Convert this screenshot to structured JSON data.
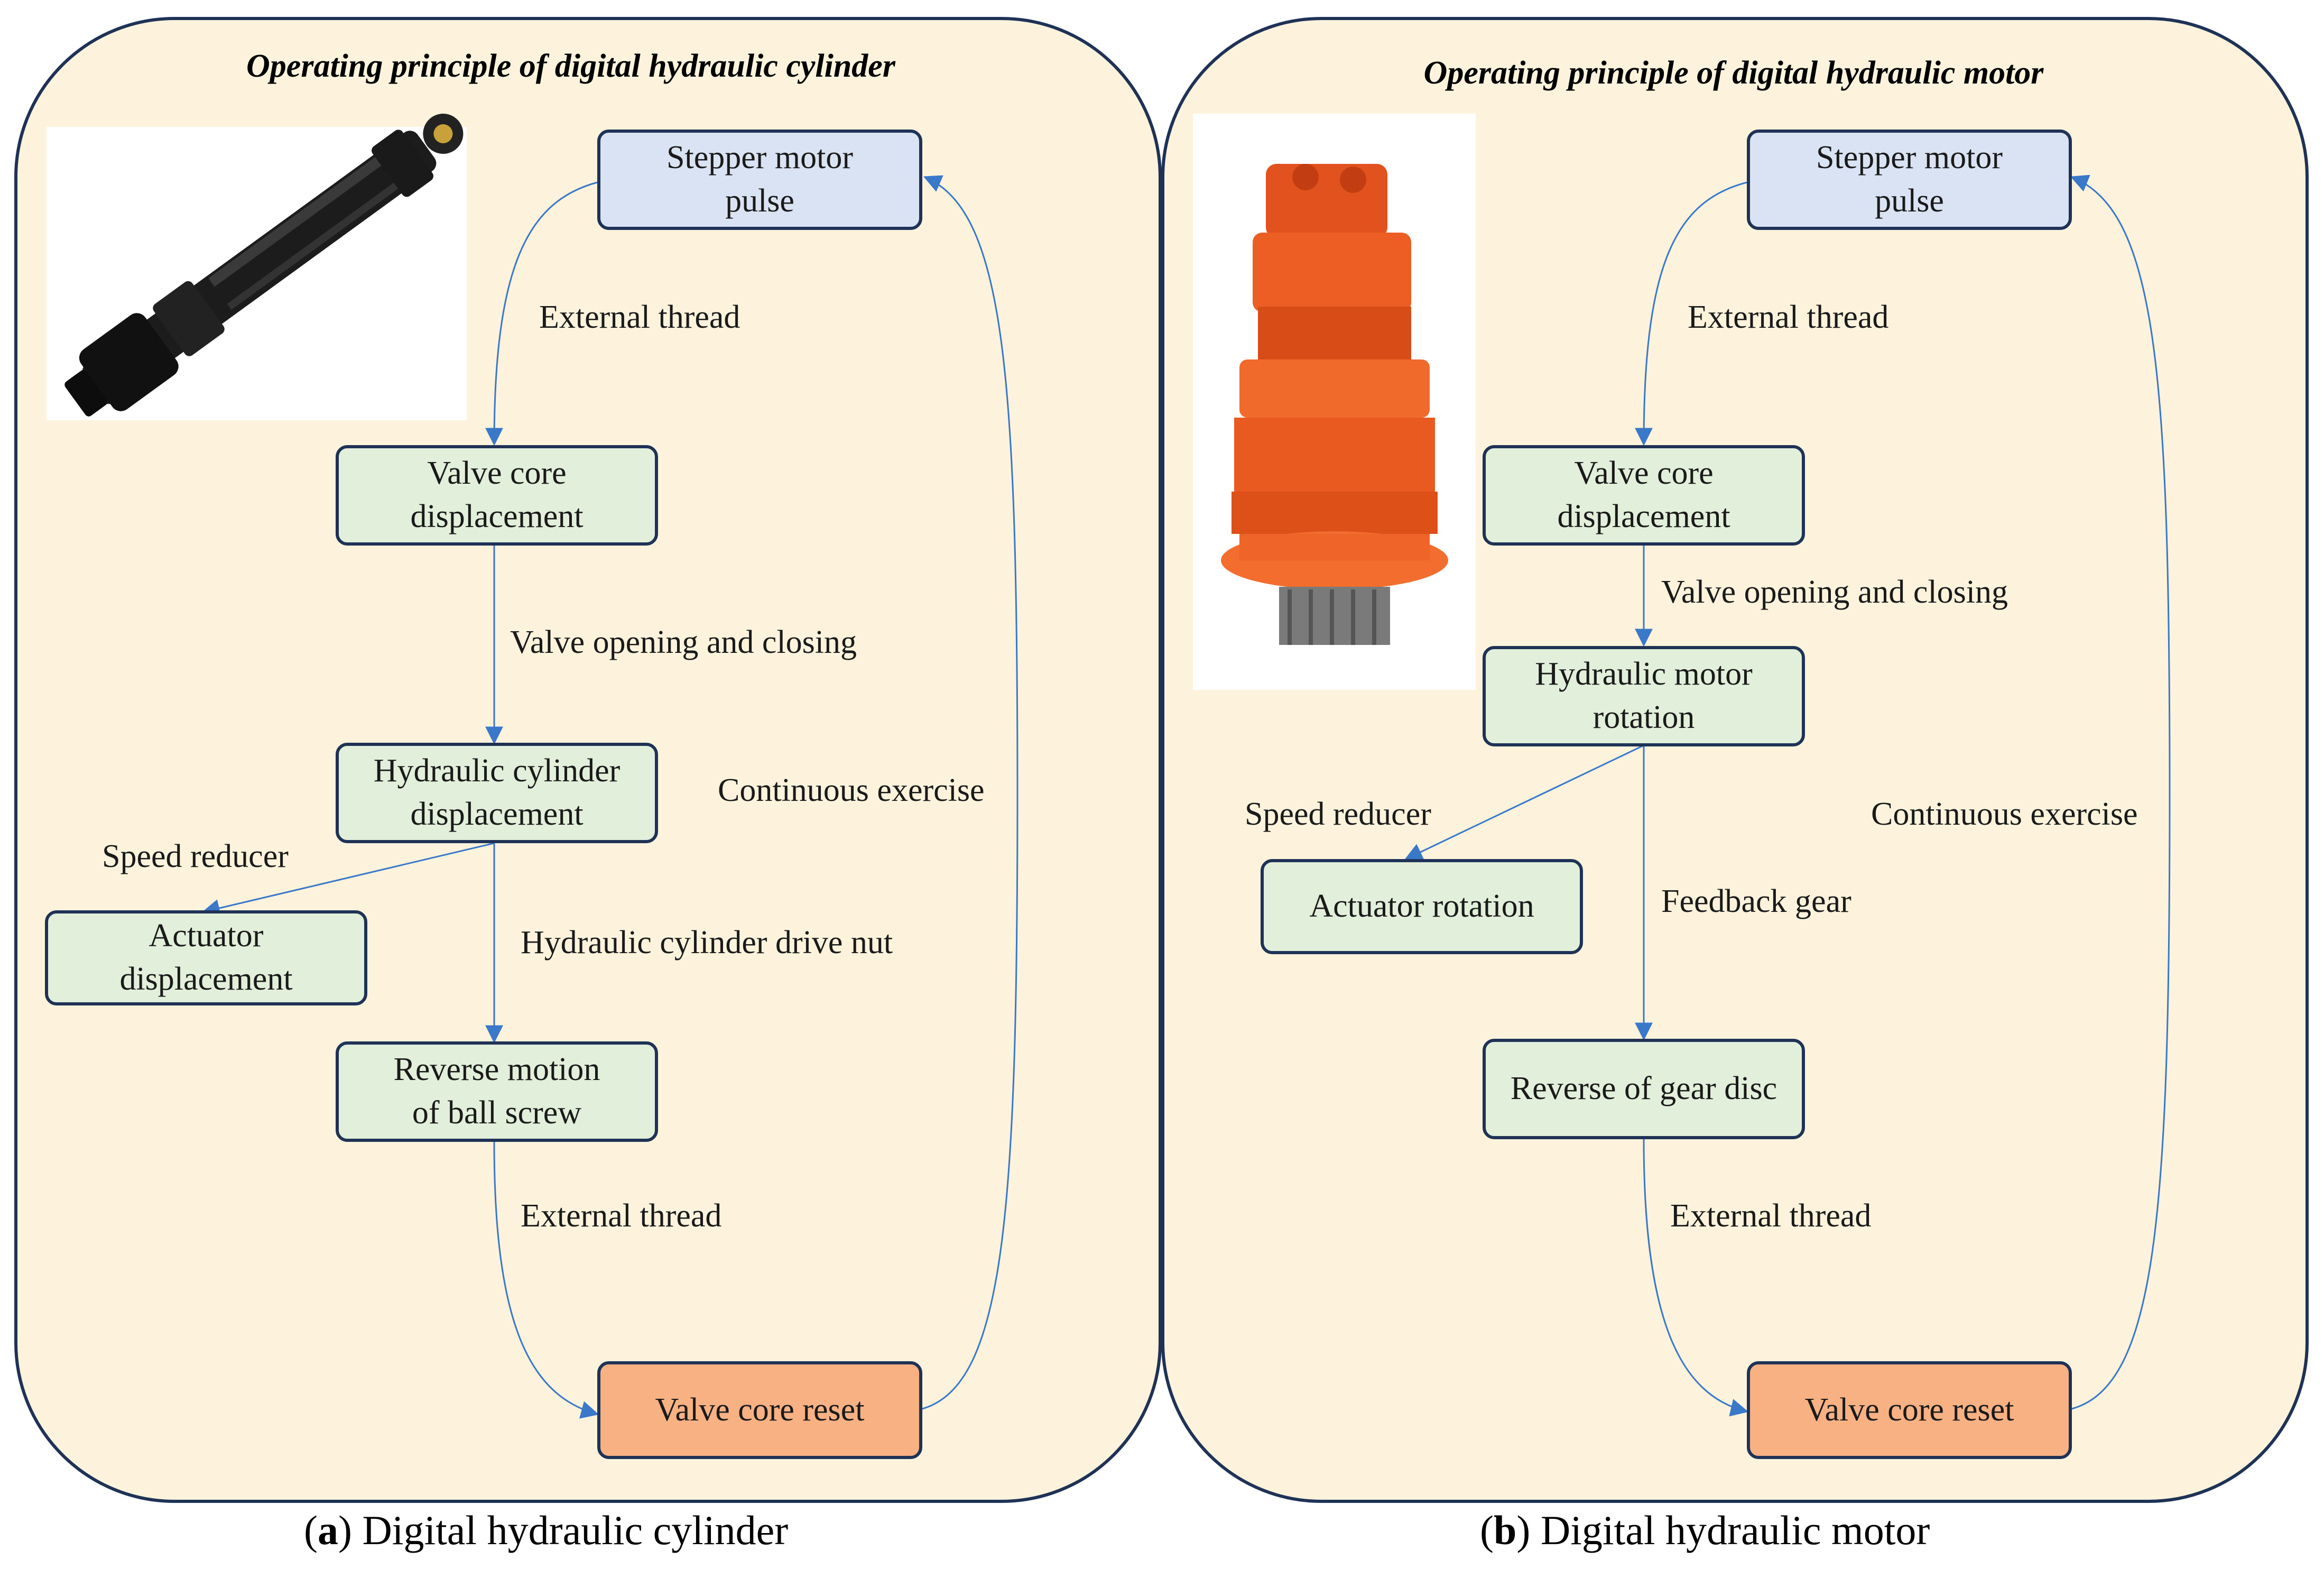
{
  "colors": {
    "panel_bg": "#fdf3dc",
    "panel_border": "#1f3256",
    "arrow": "#3a78c9",
    "box_blue": "#dae3f3",
    "box_green": "#e2efda",
    "box_orange": "#f8b183"
  },
  "panel_a": {
    "title": "Operating principle of digital hydraulic cylinder",
    "image_icon": "hydraulic-cylinder-photo",
    "nodes": {
      "stepper": "Stepper motor\npulse",
      "valve_core": "Valve core\ndisplacement",
      "cylinder": "Hydraulic cylinder\ndisplacement",
      "actuator": "Actuator\ndisplacement",
      "ball_screw": "Reverse motion\nof ball screw",
      "reset": "Valve core reset"
    },
    "edge_labels": {
      "external_thread_top": "External thread",
      "valve_open_close": "Valve opening and closing",
      "continuous": "Continuous exercise",
      "speed_reducer": "Speed reducer",
      "drive_nut": "Hydraulic cylinder drive nut",
      "external_thread_bottom": "External thread"
    },
    "caption_letter": "a",
    "caption_text": "Digital hydraulic cylinder"
  },
  "panel_b": {
    "title": "Operating principle of digital hydraulic motor",
    "image_icon": "hydraulic-motor-photo",
    "nodes": {
      "stepper": "Stepper motor\npulse",
      "valve_core": "Valve core\ndisplacement",
      "motor": "Hydraulic motor\nrotation",
      "actuator": "Actuator rotation",
      "gear_disc": "Reverse of gear disc",
      "reset": "Valve core reset"
    },
    "edge_labels": {
      "external_thread_top": "External thread",
      "valve_open_close": "Valve opening and closing",
      "continuous": "Continuous exercise",
      "speed_reducer": "Speed reducer",
      "feedback_gear": "Feedback gear",
      "external_thread_bottom": "External thread"
    },
    "caption_letter": "b",
    "caption_text": "Digital hydraulic motor"
  }
}
